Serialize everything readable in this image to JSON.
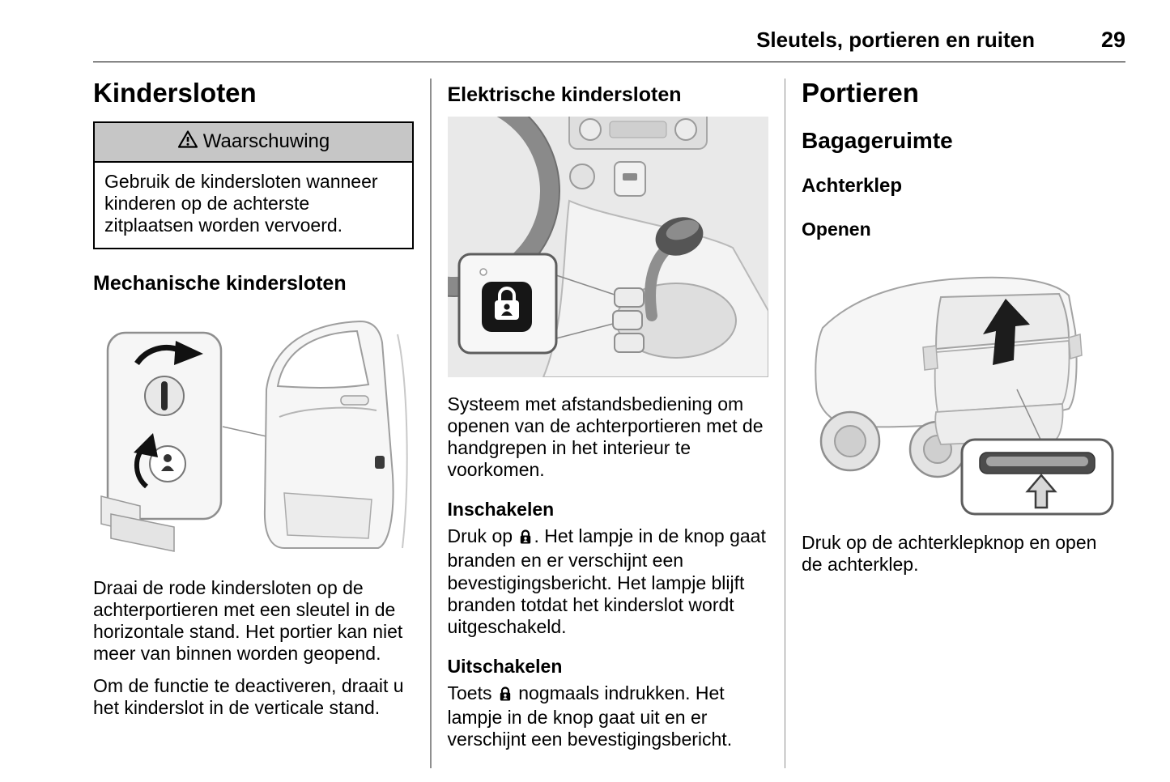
{
  "header": {
    "title": "Sleutels, portieren en ruiten",
    "page_number": "29"
  },
  "col1": {
    "title": "Kindersloten",
    "warning": {
      "title": "Waarschuwing",
      "body": "Gebruik de kindersloten wanneer kinderen op de achterste zitplaatsen worden vervoerd."
    },
    "subheading": "Mechanische kindersloten",
    "para1": "Draai de rode kindersloten op de achterportieren met een sleutel in de horizontale stand. Het portier kan niet meer van binnen worden geopend.",
    "para2": "Om de functie te deactiveren, draait u het kinderslot in de verticale stand."
  },
  "col2": {
    "subheading": "Elektrische kindersloten",
    "para1": "Systeem met afstandsbediening om openen van de achterportieren met de handgrepen in het interieur te voorkomen.",
    "enable_heading": "Inschakelen",
    "enable_pre": "Druk op ",
    "enable_post": ". Het lampje in de knop gaat branden en er verschijnt een bevestigingsbericht. Het lampje blijft branden totdat het kinderslot wordt uitgeschakeld.",
    "disable_heading": "Uitschakelen",
    "disable_pre": "Toets ",
    "disable_post": " nogmaals indrukken. Het lampje in de knop gaat uit en er verschijnt een bevestigingsbericht."
  },
  "col3": {
    "title": "Portieren",
    "section": "Bagageruimte",
    "subsection": "Achterklep",
    "open_heading": "Openen",
    "para1": "Druk op de achterklepknop en open de achterklep."
  },
  "icons": {
    "warning": "warning-triangle",
    "child_lock_button": "padlock-with-child",
    "tailgate_open": "arrow-up"
  },
  "colors": {
    "warning_header_bg": "#c6c6c6",
    "divider": "#8f8f8f",
    "figure_bg": "#e9e9e9"
  }
}
